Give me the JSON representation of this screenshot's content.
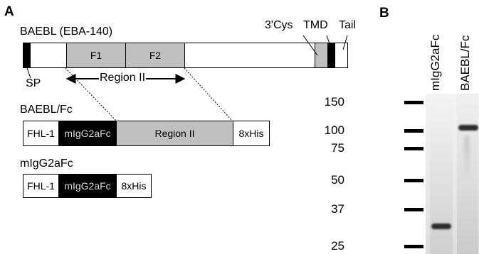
{
  "panel_a": {
    "letter": "A",
    "protein_title": "BAEBL (EBA-140)",
    "domains": {
      "sp": "SP",
      "f1": "F1",
      "f2": "F2",
      "cys": "3'Cys",
      "tmd": "TMD",
      "tail": "Tail",
      "region_ii": "Region II"
    },
    "constructs": [
      {
        "name": "BAEBL/Fc",
        "segments": [
          "FHL-1",
          "mIgG2aFc",
          "Region II",
          "8xHis"
        ]
      },
      {
        "name": "mIgG2aFc",
        "segments": [
          "FHL-1",
          "mIgG2aFc",
          "8xHis"
        ]
      }
    ]
  },
  "panel_b": {
    "letter": "B",
    "lanes": [
      "mIgG2aFc",
      "BAEBL/Fc"
    ],
    "markers": [
      "150",
      "100",
      "75",
      "50",
      "37",
      "25"
    ]
  },
  "colors": {
    "domain_fill": "#c0c0c0",
    "tag_fill": "#000000",
    "tag_text": "#d9d9d9",
    "gel_bg": "#ececec",
    "band": "#2a2a2a"
  }
}
